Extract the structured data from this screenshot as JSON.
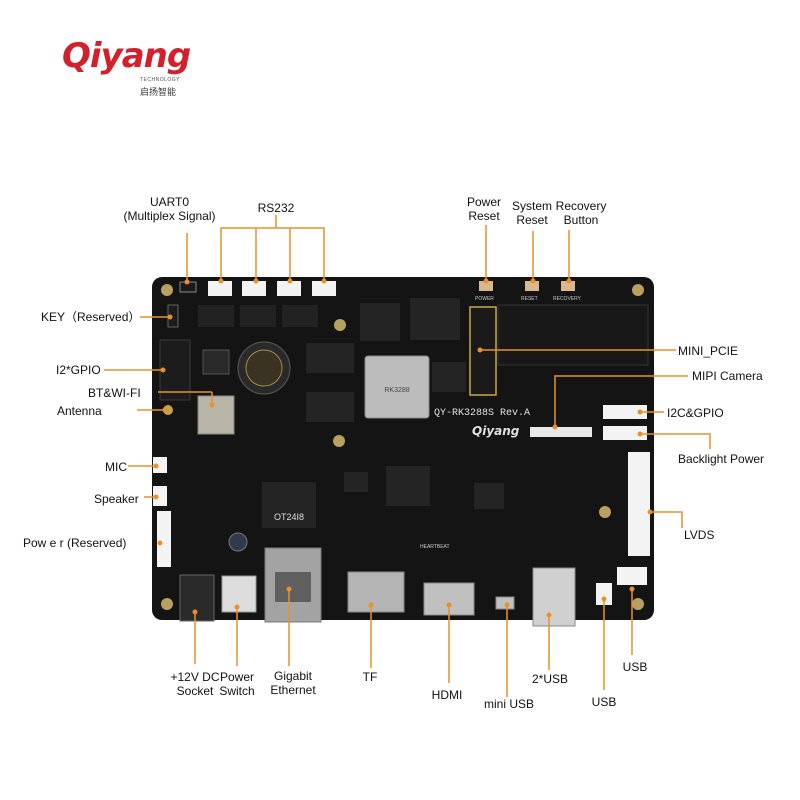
{
  "logo": {
    "wordmark": "Qiyang",
    "technology": "TECHNOLOGY",
    "chinese": "启扬智能"
  },
  "board": {
    "model": "QY-RK3288S Rev.A",
    "brand": "Qiyang",
    "chip": "RK3288",
    "transformer": "OT24I8",
    "heartbeat": "HEARTBEAT",
    "silk_power": "POWER",
    "silk_reset": "RESET",
    "silk_recovery": "RECOVERY"
  },
  "labels": {
    "uart0": [
      "UART0",
      "(Multiplex Signal)"
    ],
    "rs232": "RS232",
    "power_reset": [
      "Power",
      "Reset"
    ],
    "system_reset": [
      "System",
      "Reset"
    ],
    "recovery_button": [
      "Recovery",
      "Button"
    ],
    "key": "KEY（Reserved）",
    "i2_gpio": "I2*GPIO",
    "bt_wifi": "BT&WI-FI",
    "antenna": "Antenna",
    "mic": "MIC",
    "speaker": "Speaker",
    "power_reserved": "Pow e r (Reserved)",
    "mini_pcie": "MINI_PCIE",
    "mipi_camera": "MIPI Camera",
    "i2c_gpio": "I2C&GPIO",
    "backlight_power": "Backlight Power",
    "lvds": "LVDS",
    "dc_socket": [
      "+12V DC",
      "Socket"
    ],
    "power_switch": [
      "Power",
      "Switch"
    ],
    "gigabit": [
      "Gigabit",
      "Ethernet"
    ],
    "tf": "TF",
    "hdmi": "HDMI",
    "mini_usb": "mini USB",
    "usb2": "2*USB",
    "usb_a": "USB",
    "usb_b": "USB"
  },
  "colors": {
    "brand": "#d3202b",
    "board": "#141414",
    "leader": "#e8912b",
    "connector": "#f3f3f3"
  }
}
